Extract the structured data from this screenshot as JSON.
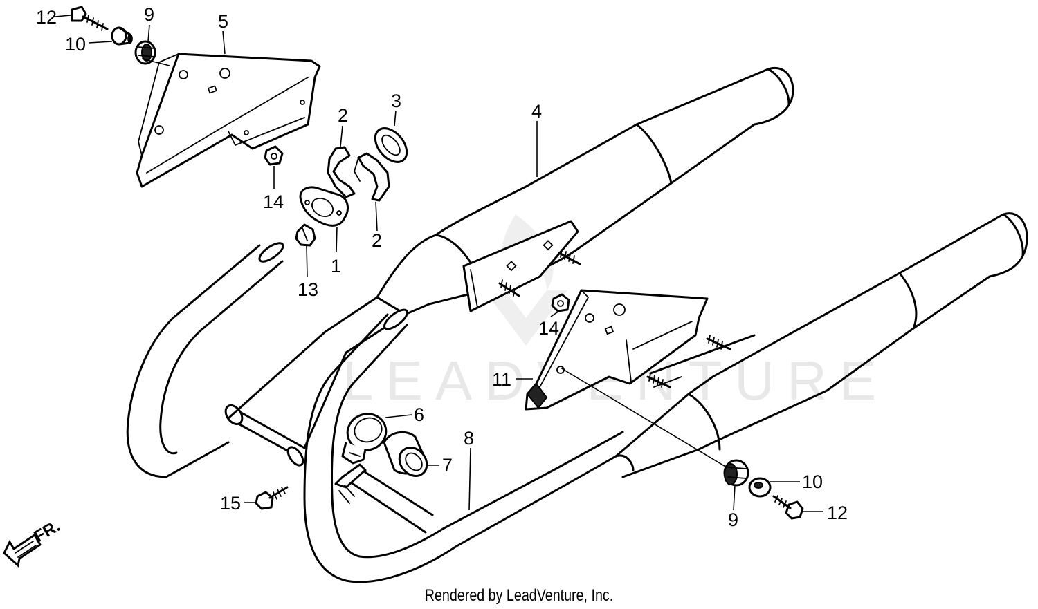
{
  "diagram": {
    "callouts": {
      "c1": "1",
      "c2a": "2",
      "c2b": "2",
      "c3": "3",
      "c4": "4",
      "c5": "5",
      "c6": "6",
      "c7": "7",
      "c8": "8",
      "c9a": "9",
      "c9b": "9",
      "c10a": "10",
      "c10b": "10",
      "c11": "11",
      "c12a": "12",
      "c12b": "12",
      "c13": "13",
      "c14a": "14",
      "c14b": "14",
      "c15": "15"
    },
    "direction_label": "FR.",
    "watermark": "LEADVENTURE",
    "credit": "Rendered by LeadVenture, Inc."
  },
  "colors": {
    "line": "#000000",
    "background": "#ffffff",
    "watermark": "#e8e8e8"
  }
}
